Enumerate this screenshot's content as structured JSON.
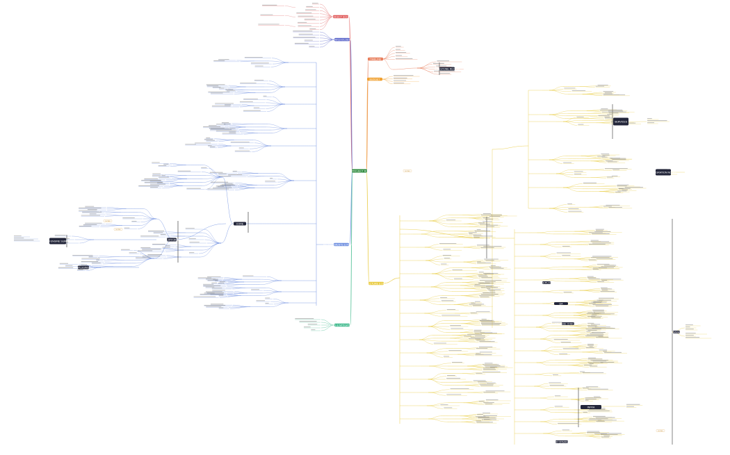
{
  "canvas": {
    "background": "#ffffff"
  },
  "root": {
    "label": "SOUND PROJECT ROADMAP",
    "color": "#2e8b3e",
    "text_color": "#ffffff"
  },
  "branches": [
    {
      "id": "product-scope",
      "label": "PRODUCT SCOPE",
      "color": "#e05a5a"
    },
    {
      "id": "stakeholders",
      "label": "STAKEHOLDERS",
      "color": "#5560c8"
    },
    {
      "id": "requirements",
      "label": "REQUIREMENTS & FEATURES",
      "color": "#6f8fe0"
    },
    {
      "id": "risks",
      "label": "RISKS & MITIGATIONS",
      "color": "#3cb88a"
    },
    {
      "id": "timeline",
      "label": "TIMELINE",
      "color": "#e87d5a"
    },
    {
      "id": "budget",
      "label": "BUDGET",
      "color": "#f0a030"
    },
    {
      "id": "architecture",
      "label": "ARCHITECTURE & DELIVERY",
      "color": "#e8c93a"
    }
  ],
  "callouts": [
    {
      "id": "timeline-milestone",
      "label": "MILESTONE REVIEW"
    },
    {
      "id": "req-core",
      "label": "CORE"
    },
    {
      "id": "req-platform",
      "label": "PLATFORM"
    },
    {
      "id": "req-audio-engine",
      "label": "AUDIO ENGINE SUMMARY"
    },
    {
      "id": "req-plugins",
      "label": "PLUGINS"
    },
    {
      "id": "arch-services",
      "label": "SERVICES"
    },
    {
      "id": "arch-integration",
      "label": "INTEGRATION NOTES"
    },
    {
      "id": "arch-deploy",
      "label": "DEPLOY"
    },
    {
      "id": "arch-qa",
      "label": "QA"
    },
    {
      "id": "arch-release",
      "label": "RELEASE CHECKLIST"
    },
    {
      "id": "arch-infra",
      "label": "INFRA"
    },
    {
      "id": "arch-perf",
      "label": "PERFORMANCE"
    },
    {
      "id": "arch-summary",
      "label": "SUMMARY"
    }
  ],
  "notes": [
    {
      "id": "note-upper-right",
      "label": "NOTES"
    },
    {
      "id": "note-right-mid",
      "label": "NOTES"
    },
    {
      "id": "note-left",
      "label": "NOTES"
    },
    {
      "id": "note-left-2",
      "label": "NOTES"
    }
  ],
  "leaf_text_color": "#8a8a8a"
}
